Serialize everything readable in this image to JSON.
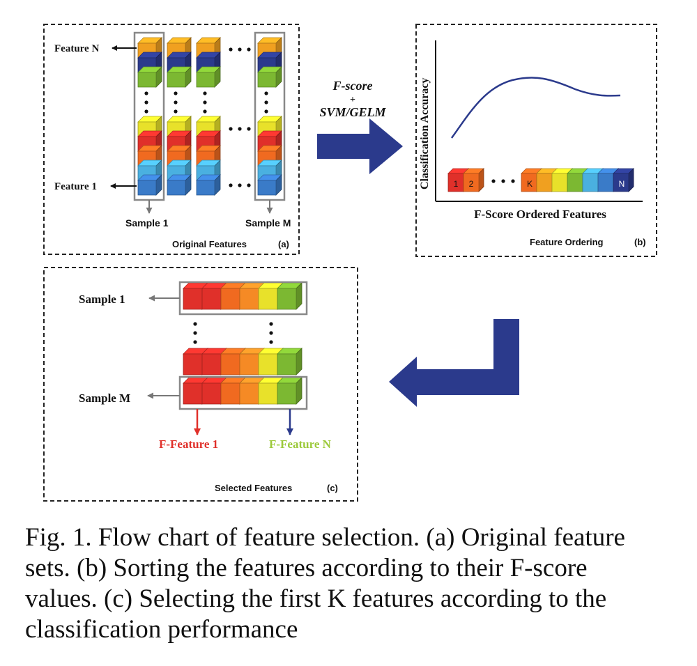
{
  "panel_a": {
    "feature_n_label": "Feature N",
    "feature_1_label": "Feature 1",
    "sample_1_label": "Sample 1",
    "sample_m_label": "Sample M",
    "title": "Original Features",
    "tag": "(a)"
  },
  "arrow_label": {
    "line1": "F-score",
    "line2": "+",
    "line3": "SVM/GELM"
  },
  "panel_b": {
    "y_axis_label": "Classification Accuracy",
    "x_axis_label": "F-Score Ordered Features",
    "cube_1": "1",
    "cube_2": "2",
    "cube_k": "K",
    "cube_n": "N",
    "title": "Feature Ordering",
    "tag": "(b)"
  },
  "panel_c": {
    "sample_1_label": "Sample 1",
    "sample_m_label": "Sample M",
    "f_feature_1": "F-Feature 1",
    "f_feature_n": "F-Feature N",
    "title": "Selected Features",
    "tag": "(c)"
  },
  "caption": {
    "line1": "Fig. 1. Flow chart of feature selection. (a) Original feature",
    "line2": "sets. (b) Sorting the features according to their F-score",
    "line3": "values. (c) Selecting the first K features according to the",
    "line4": "classification performance"
  },
  "colors": {
    "orange": "#f0a020",
    "navy": "#2b3a8c",
    "green": "#7cb832",
    "yellow": "#e8e12a",
    "red": "#e0302a",
    "orange_red": "#f06a20",
    "light_blue": "#4ab0e0",
    "blue": "#3a7bc8",
    "flow_arrow": "#2b3a8c"
  }
}
